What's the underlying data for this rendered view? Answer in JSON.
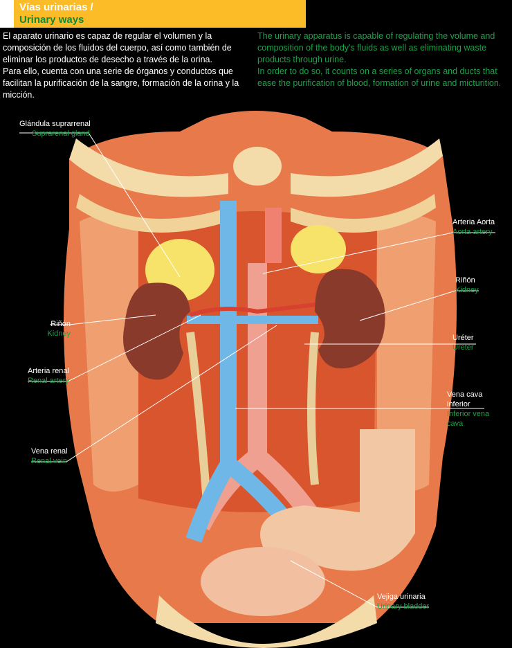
{
  "header": {
    "title_es": "Vías urinarias /",
    "title_en": "Urinary ways"
  },
  "intro": {
    "es": [
      "El aparato urinario es capaz de regular el volumen y la composición de los fluidos del cuerpo, así como también de eliminar los productos de desecho a través de la orina.",
      "Para ello, cuenta con una serie de órganos y conductos que facilitan la purificación de la sangre, formación de la orina y la micción."
    ],
    "en": [
      "The urinary apparatus is capable of regulating the volume and composition of the body's fluids as well as eliminating waste products through urine.",
      "In order to do so, it counts on a series of organs and ducts that ease the purification of blood, formation of urine and micturition."
    ]
  },
  "labels": {
    "suprarenal": {
      "es": "Glándula suprarrenal",
      "en": "Suprarenal gland"
    },
    "aorta": {
      "es": "Arteria Aorta",
      "en": "Aorta artery"
    },
    "kidney_right": {
      "es": "Riñón",
      "en": "Kidney"
    },
    "kidney_left": {
      "es": "Riñón",
      "en": "Kidney"
    },
    "ureter": {
      "es": "Uréter",
      "en": "Ureter"
    },
    "renal_artery": {
      "es": "Arteria renal",
      "en": "Renal artery"
    },
    "vena_cava": {
      "es": "Vena cava inferior",
      "en": "Inferior vena cava"
    },
    "renal_vein": {
      "es": "Vena renal",
      "en": "Renal vein"
    },
    "bladder": {
      "es": "Vejiga urinaria",
      "en": "Urinary bladder"
    }
  },
  "colors": {
    "header": "#fbbc27",
    "green": "#1ba34a"
  }
}
